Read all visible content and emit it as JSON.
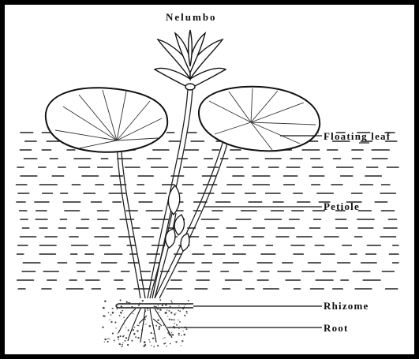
{
  "diagram": {
    "title": "Nelumbo",
    "labels": {
      "floating_leaf": "Floating leaf",
      "petiole": "Petiole",
      "rhizome": "Rhizome",
      "root": "Root"
    }
  }
}
